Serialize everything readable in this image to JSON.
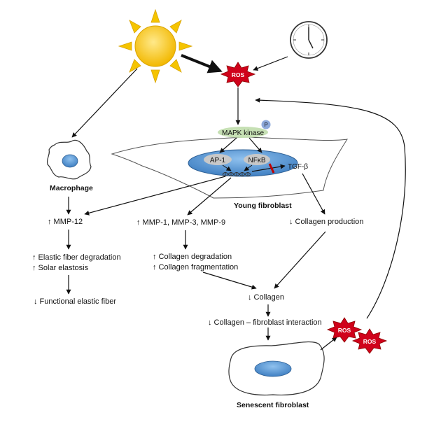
{
  "diagram": {
    "ros_label": "ROS",
    "phospho_label": "P",
    "mapk_label": "MAPK kinase",
    "ap1_label": "AP-1",
    "nfkb_label": "NFκB",
    "tgfb_label": "TGF-β",
    "young_fibroblast_label": "Young fibroblast",
    "macrophage_label": "Macrophage",
    "senescent_fibroblast_label": "Senescent fibroblast",
    "mmp12_label": "↑ MMP-12",
    "mmp_multi_label": "↑ MMP-1, MMP-3, MMP-9",
    "collagen_production_label": "↓ Collagen production",
    "elastic_degradation_label": "↑ Elastic fiber degradation",
    "solar_elastosis_label": "↑ Solar elastosis",
    "functional_elastic_label": "↓ Functional elastic fiber",
    "collagen_degradation_label": "↑ Collagen degradation",
    "collagen_fragmentation_label": "↑ Collagen fragmentation",
    "collagen_label": "↓ Collagen",
    "interaction_label": "↓ Collagen – fibroblast interaction",
    "colors": {
      "sun": "#f5c400",
      "ros": "#d0021b",
      "mapk": "#c6e0b4",
      "nucleus": "#5b9bd5",
      "phospho": "#8eaadb",
      "factor": "#c8c8c8",
      "inhibit": "#c00000"
    }
  }
}
